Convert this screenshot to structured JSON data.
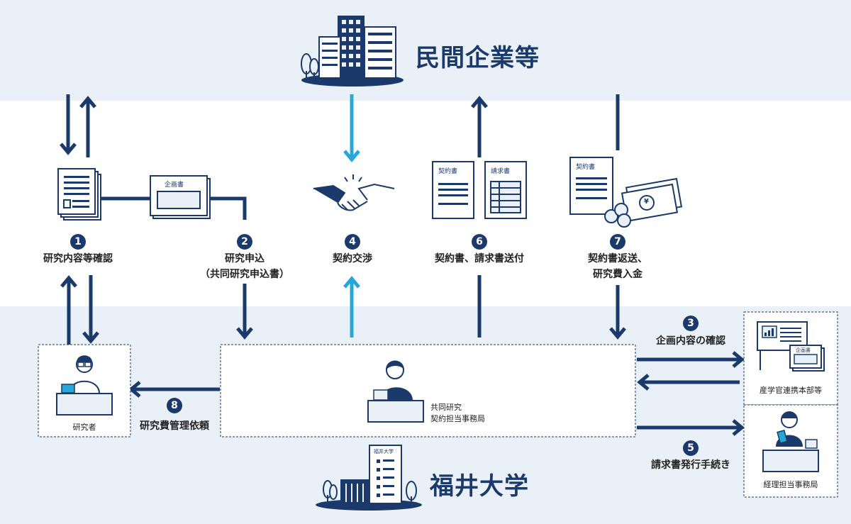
{
  "colors": {
    "navy": "#1b3a6b",
    "light_blue": "#27a7d8",
    "band": "#eaf0f7",
    "outline": "#1b3a6b"
  },
  "entities": {
    "company": "民間企業等",
    "university": "福井大学",
    "university_sign": "福井大学"
  },
  "steps": [
    {
      "num": "1",
      "label": "研究内容等確認",
      "label2": ""
    },
    {
      "num": "2",
      "label": "研究申込",
      "label2": "（共同研究申込書）"
    },
    {
      "num": "3",
      "label": "企画内容の確認",
      "label2": ""
    },
    {
      "num": "4",
      "label": "契約交渉",
      "label2": ""
    },
    {
      "num": "5",
      "label": "請求書発行手続き",
      "label2": ""
    },
    {
      "num": "6",
      "label": "契約書、請求書送付",
      "label2": ""
    },
    {
      "num": "7",
      "label": "契約書返送、",
      "label2": "研究費入金"
    },
    {
      "num": "8",
      "label": "研究費管理依頼",
      "label2": ""
    }
  ],
  "documents": {
    "proposal": "企画書",
    "contract": "契約書",
    "invoice": "請求書",
    "contract2": "契約書",
    "proposal_small": "企画書",
    "yen": "¥"
  },
  "offices": {
    "researcher": "研究者",
    "joint_line1": "共同研究",
    "joint_line2": "契約担当事務局",
    "industry": "産学官連携本部等",
    "accounting": "経理担当事務局"
  }
}
